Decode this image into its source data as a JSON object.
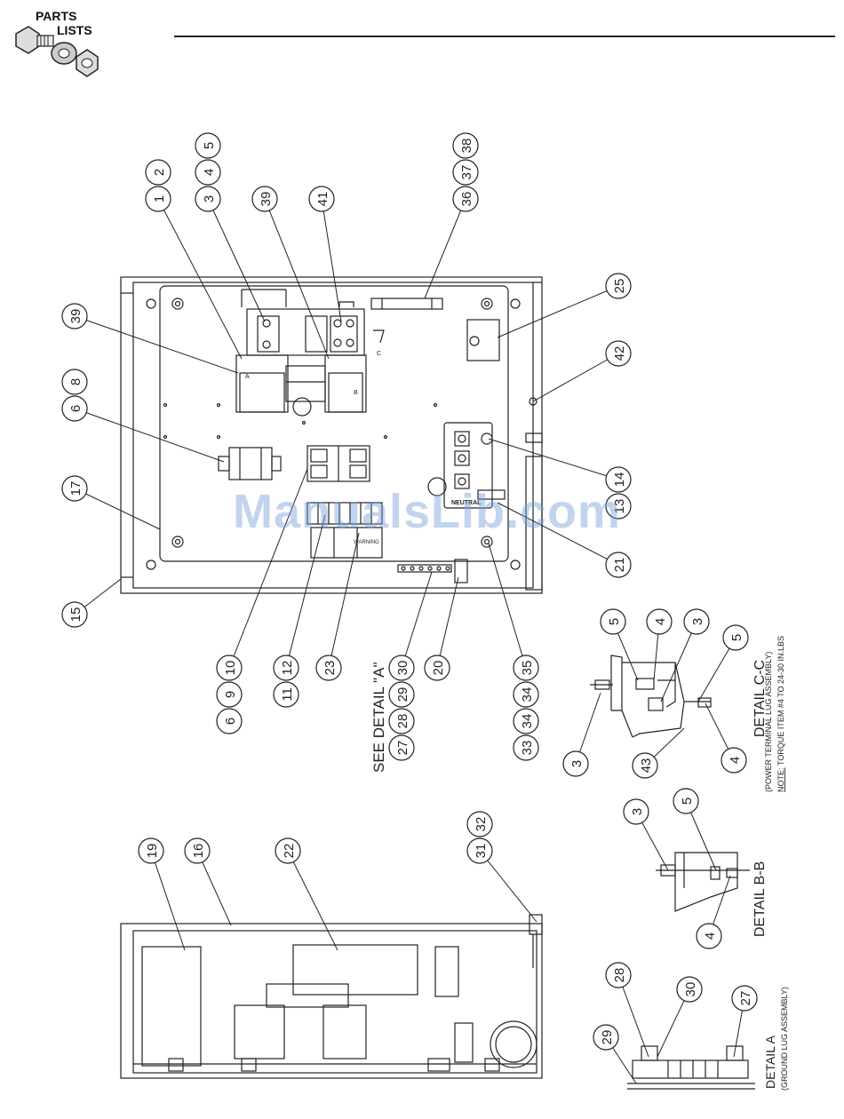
{
  "header": {
    "title_line1": "PARTS",
    "title_line2": "LISTS",
    "icon": "bolt-washer-nut-icon"
  },
  "watermark": "ManualsLib.com",
  "callouts_main": [
    {
      "id": "c1",
      "text": "1"
    },
    {
      "id": "c2",
      "text": "2"
    },
    {
      "id": "c3",
      "text": "3"
    },
    {
      "id": "c4",
      "text": "4"
    },
    {
      "id": "c5",
      "text": "5"
    },
    {
      "id": "c39a",
      "text": "39"
    },
    {
      "id": "c41",
      "text": "41"
    },
    {
      "id": "c36",
      "text": "36"
    },
    {
      "id": "c37",
      "text": "37"
    },
    {
      "id": "c38",
      "text": "38"
    },
    {
      "id": "c39b",
      "text": "39"
    },
    {
      "id": "c8",
      "text": "8"
    },
    {
      "id": "c6a",
      "text": "6"
    },
    {
      "id": "c17",
      "text": "17"
    },
    {
      "id": "c15",
      "text": "15"
    },
    {
      "id": "c25",
      "text": "25"
    },
    {
      "id": "c42",
      "text": "42"
    },
    {
      "id": "c14",
      "text": "14"
    },
    {
      "id": "c13",
      "text": "13"
    },
    {
      "id": "c21",
      "text": "21"
    },
    {
      "id": "c10",
      "text": "10"
    },
    {
      "id": "c9",
      "text": "9"
    },
    {
      "id": "c6b",
      "text": "6"
    },
    {
      "id": "c12",
      "text": "12"
    },
    {
      "id": "c11",
      "text": "11"
    },
    {
      "id": "c23",
      "text": "23"
    },
    {
      "id": "c30",
      "text": "30"
    },
    {
      "id": "c29",
      "text": "29"
    },
    {
      "id": "c28",
      "text": "28"
    },
    {
      "id": "c27",
      "text": "27"
    },
    {
      "id": "c20",
      "text": "20"
    },
    {
      "id": "c35",
      "text": "35"
    },
    {
      "id": "c34a",
      "text": "34"
    },
    {
      "id": "c34b",
      "text": "34"
    },
    {
      "id": "c33",
      "text": "33"
    }
  ],
  "see_detail": "SEE DETAIL \"A\"",
  "detail_cc": {
    "title": "DETAIL C-C",
    "sub1": "(POWER TERMINAL LUG ASSEMBLY)",
    "note_label": "NOTE:",
    "note": "TORQUE ITEM #4 TO 24-30 IN.LBS",
    "callouts": [
      {
        "id": "d5a",
        "text": "5"
      },
      {
        "id": "d4a",
        "text": "4"
      },
      {
        "id": "d3a",
        "text": "3"
      },
      {
        "id": "d5b",
        "text": "5"
      },
      {
        "id": "d3b",
        "text": "3"
      },
      {
        "id": "d43",
        "text": "43"
      },
      {
        "id": "d4b",
        "text": "4"
      }
    ]
  },
  "detail_bb": {
    "title": "DETAIL B-B",
    "callouts": [
      {
        "id": "b3",
        "text": "3"
      },
      {
        "id": "b5",
        "text": "5"
      },
      {
        "id": "b4",
        "text": "4"
      }
    ]
  },
  "detail_a": {
    "title": "DETAIL A",
    "sub1": "(GROUND LUG ASSEMBLY)",
    "callouts": [
      {
        "id": "a28",
        "text": "28"
      },
      {
        "id": "a30",
        "text": "30"
      },
      {
        "id": "a27",
        "text": "27"
      },
      {
        "id": "a29",
        "text": "29"
      }
    ]
  },
  "side_view_callouts": [
    {
      "id": "s19",
      "text": "19"
    },
    {
      "id": "s16",
      "text": "16"
    },
    {
      "id": "s22",
      "text": "22"
    },
    {
      "id": "s31",
      "text": "31"
    },
    {
      "id": "s32",
      "text": "32"
    }
  ],
  "component_labels": {
    "neutral": "NEUTRAL",
    "warning": "WARNING",
    "contact_a": "A",
    "contact_b": "B",
    "contact_c": "C"
  }
}
